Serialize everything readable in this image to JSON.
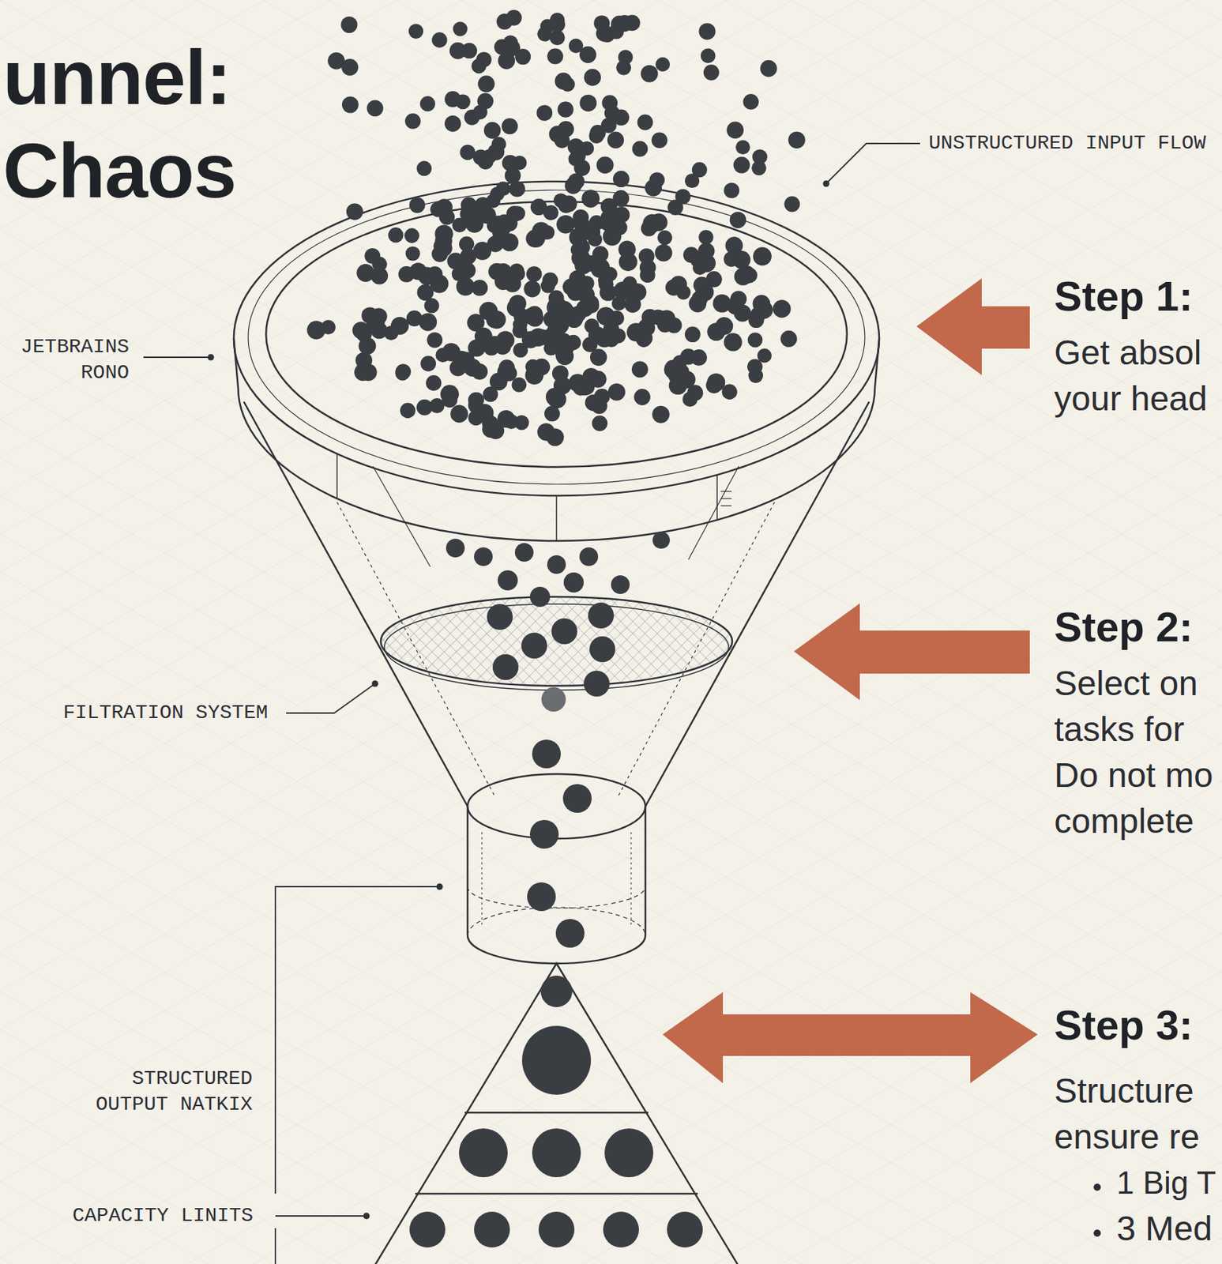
{
  "diagram": {
    "title": "unnel: Chaos",
    "labels": [
      "UNSTRUCTURED INPUT FLOW",
      "Step 1:",
      "Get absol your head",
      "JETBRAINS RONO",
      "Step 2:",
      "Select on tasks for Do not mo complete",
      "FILTRATION SYSTEM",
      "Step 3:",
      "Structure ensure re",
      "STRUCTURED OUTPUT NATKIX",
      "1 Big T",
      "3 Med",
      "CAPACITY LINITS"
    ]
  }
}
